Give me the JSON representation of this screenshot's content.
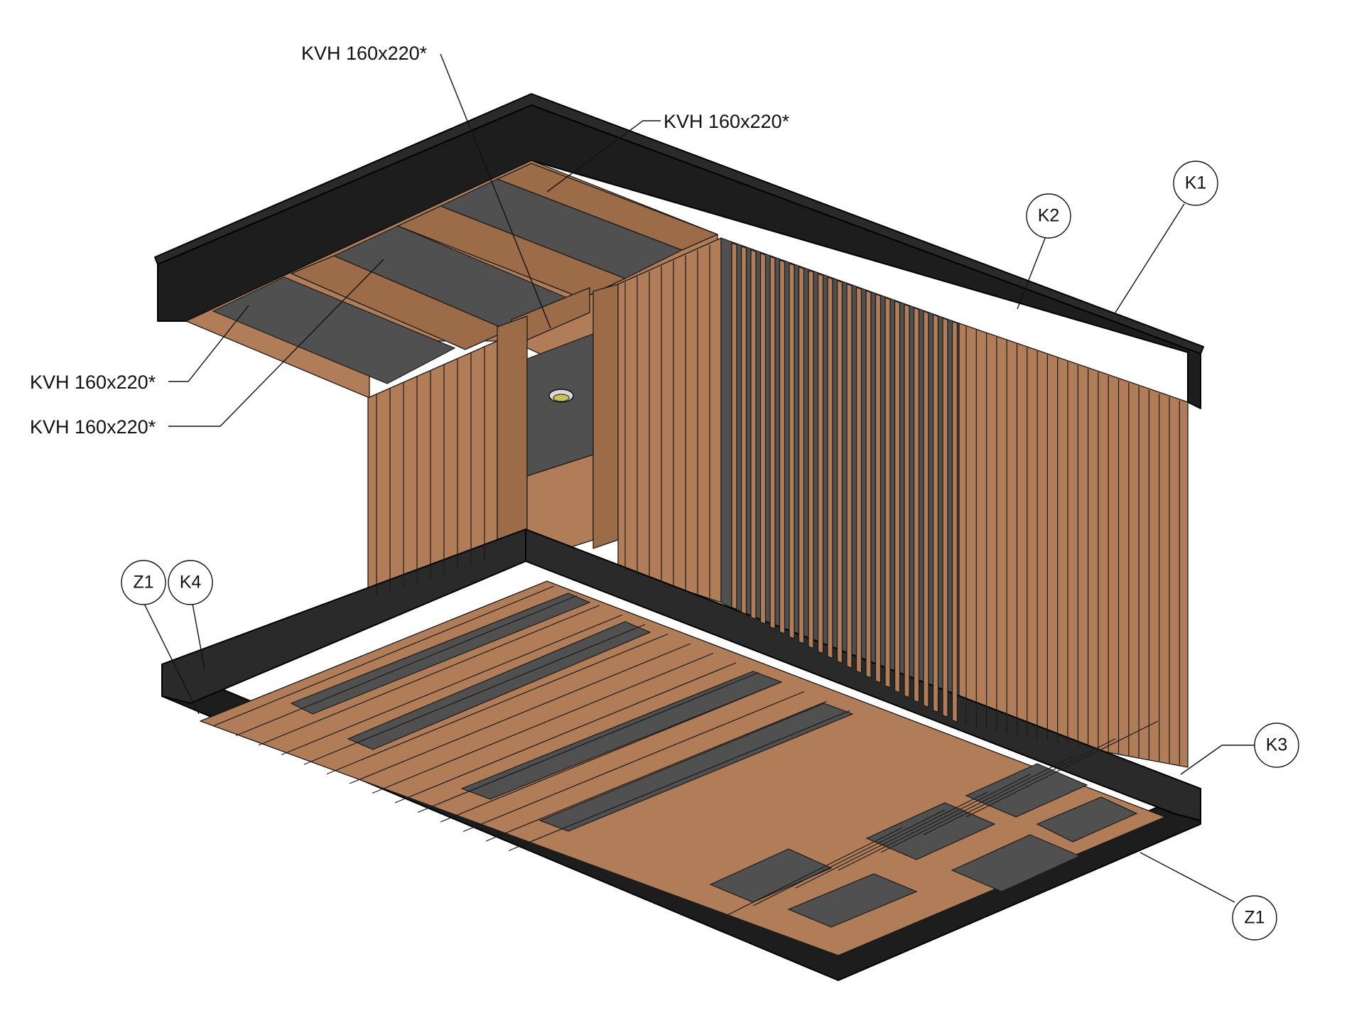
{
  "labels": {
    "kvh_top_center": "KVH 160x220*",
    "kvh_top_right": "KVH 160x220*",
    "kvh_left_upper": "KVH 160x220*",
    "kvh_left_lower": "KVH 160x220*"
  },
  "tags": {
    "k1": "K1",
    "k2": "K2",
    "k3": "K3",
    "k4": "K4",
    "z1_left": "Z1",
    "z1_right": "Z1"
  },
  "colors": {
    "wood": "#b07d58",
    "wood_dark": "#9c6b48",
    "insulation_gap": "#505050",
    "frame_black": "#2a2a2a"
  }
}
